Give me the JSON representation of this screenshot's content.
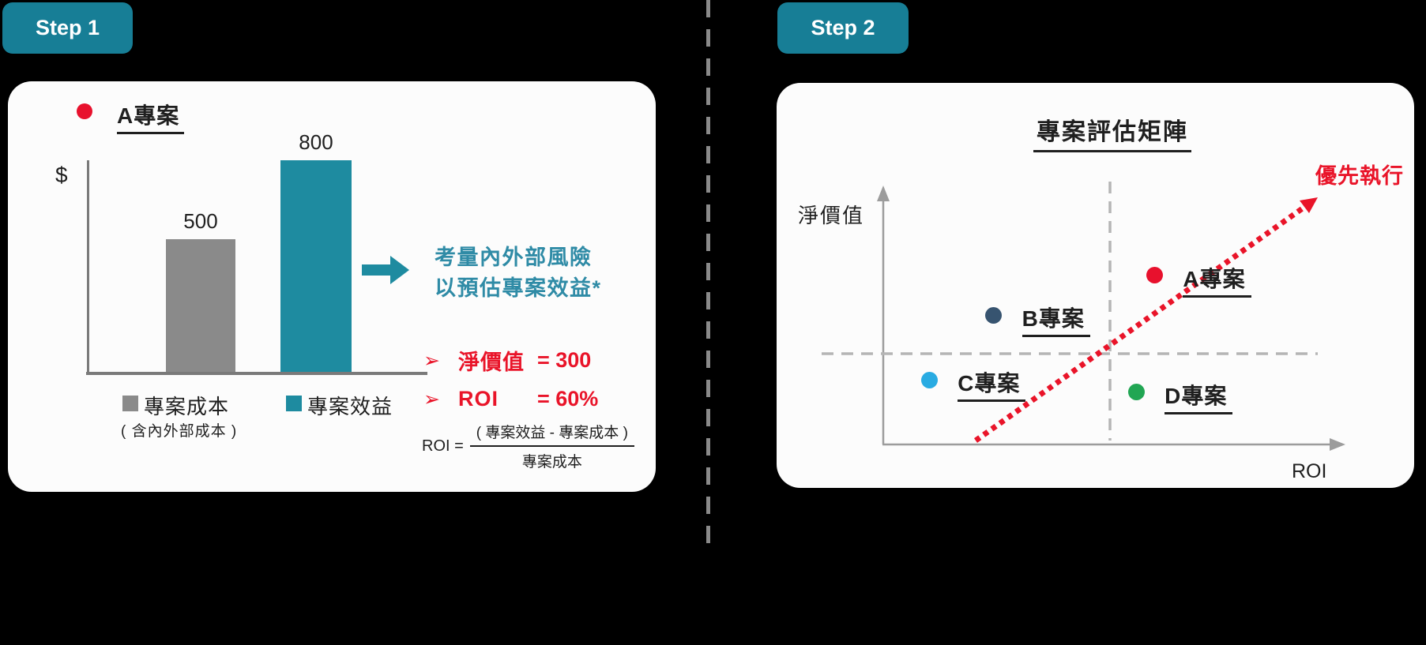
{
  "page_background": "#000000",
  "step1": {
    "badge_label": "Step 1",
    "card": {
      "series_marker_label": "A專案",
      "marker_color": "#E8112D",
      "note_line1": "考量內外部風險",
      "note_line2": "以預估專案效益*",
      "bullet_glyph": "➢",
      "metrics": [
        {
          "label": "淨價值",
          "value": "= 300"
        },
        {
          "label": "ROI",
          "value": "= 60%"
        }
      ],
      "formula": {
        "lhs": "ROI =",
        "numerator": "( 專案效益 - 專案成本 )",
        "denominator": "專案成本"
      },
      "cost_note": "( 含內外部成本 )"
    }
  },
  "step2": {
    "badge_label": "Step 2",
    "card": {
      "title": "專案評估矩陣",
      "y_axis_label": "淨價值",
      "x_axis_label": "ROI",
      "priority_label": "優先執行"
    }
  },
  "colors": {
    "badge_teal": "#177E96",
    "bar_teal": "#1E8BA0",
    "bar_gray": "#8A8A8A",
    "note_teal": "#2F8BA6",
    "accent_red": "#E91429",
    "axis_gray_left": "#7A7A7A",
    "axis_gray_right": "#9C9C9C",
    "dashed_gray": "#B5B5B5",
    "card_background": "#FCFCFC"
  },
  "chart_data": [
    {
      "type": "bar",
      "title": "A專案",
      "xlabel": "",
      "ylabel": "$",
      "categories": [
        "專案成本",
        "專案效益"
      ],
      "values": [
        500,
        800
      ],
      "colors": [
        "#8A8A8A",
        "#1E8BA0"
      ],
      "data_labels": [
        "500",
        "800"
      ],
      "footnote": "( 含內外部成本 )",
      "ylim": [
        0,
        800
      ],
      "grid": false,
      "legend_position": "bottom"
    },
    {
      "type": "scatter",
      "title": "專案評估矩陣",
      "xlabel": "ROI",
      "ylabel": "淨價值",
      "grid": false,
      "points": [
        {
          "name": "A專案",
          "color": "#E8112D",
          "x": 0.59,
          "y": 0.68
        },
        {
          "name": "B專案",
          "color": "#375470",
          "x": 0.24,
          "y": 0.52
        },
        {
          "name": "C專案",
          "color": "#29ABE2",
          "x": 0.1,
          "y": 0.26
        },
        {
          "name": "D專案",
          "color": "#21A653",
          "x": 0.55,
          "y": 0.21
        }
      ],
      "quadrant_split": {
        "x": 0.49,
        "y": 0.365
      },
      "priority_arrow": {
        "from": {
          "x": 0.2,
          "y": 0.02
        },
        "to": {
          "x": 0.945,
          "y": 0.99
        },
        "label": "優先執行",
        "color": "#E91429"
      }
    }
  ]
}
